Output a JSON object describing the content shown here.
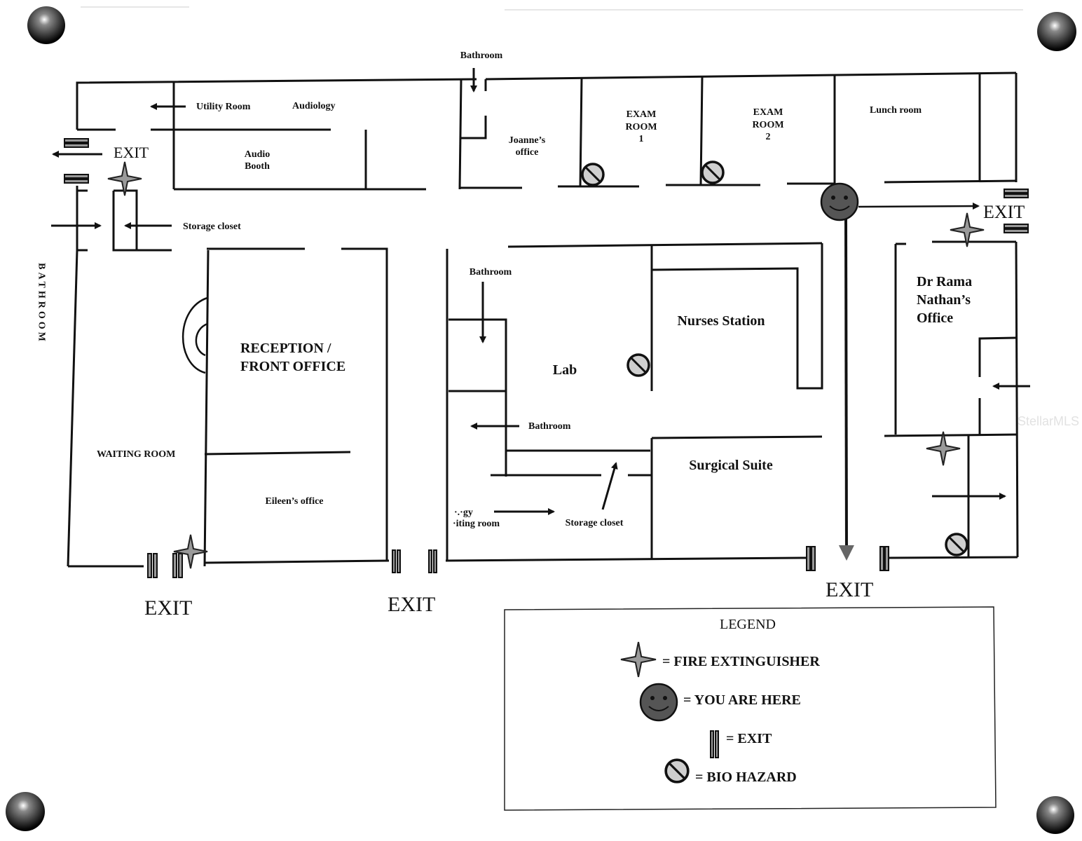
{
  "rooms": {
    "utility_room": "Utility Room",
    "audiology": "Audiology",
    "audio_booth_1": "Audio",
    "audio_booth_2": "Booth",
    "bathroom_top": "Bathroom",
    "joannes_office_1": "Joanne’s",
    "joannes_office_2": "office",
    "exam1_1": "EXAM",
    "exam1_2": "ROOM",
    "exam1_3": "1",
    "exam2_1": "EXAM",
    "exam2_2": "ROOM",
    "exam2_3": "2",
    "lunch_room": "Lunch room",
    "storage_closet_left": "Storage closet",
    "bathroom_vertical": "BATHROOM",
    "reception_1": "RECEPTION /",
    "reception_2": "FRONT OFFICE",
    "waiting_room": "WAITING ROOM",
    "eileens_office": "Eileen’s office",
    "bathroom_mid": "Bathroom",
    "lab": "Lab",
    "nurses_station": "Nurses Station",
    "bathroom_lower": "Bathroom",
    "surgical_suite": "Surgical Suite",
    "storage_closet_right": "Storage closet",
    "partial_1": "·.·gy",
    "partial_2": "·iting room",
    "dr_office_1": "Dr Rama",
    "dr_office_2": "Nathan’s",
    "dr_office_3": "Office"
  },
  "exits": {
    "left": "EXIT",
    "right": "EXIT",
    "bottom_left": "EXIT",
    "bottom_mid": "EXIT",
    "bottom_right": "EXIT"
  },
  "legend": {
    "title": "LEGEND",
    "fire_extinguisher": "= FIRE EXTINGUISHER",
    "you_are_here": "= YOU ARE HERE",
    "exit": "= EXIT",
    "bio_hazard": "= BIO HAZARD"
  },
  "watermark": "StellarMLS",
  "icons": [
    "fire-extinguisher-icon",
    "you-are-here-icon",
    "exit-marker-icon",
    "bio-hazard-icon",
    "pushpin-icon",
    "arrow-icon"
  ],
  "colors": {
    "ink": "#111111",
    "paper": "#ffffff",
    "face": "#555555"
  }
}
